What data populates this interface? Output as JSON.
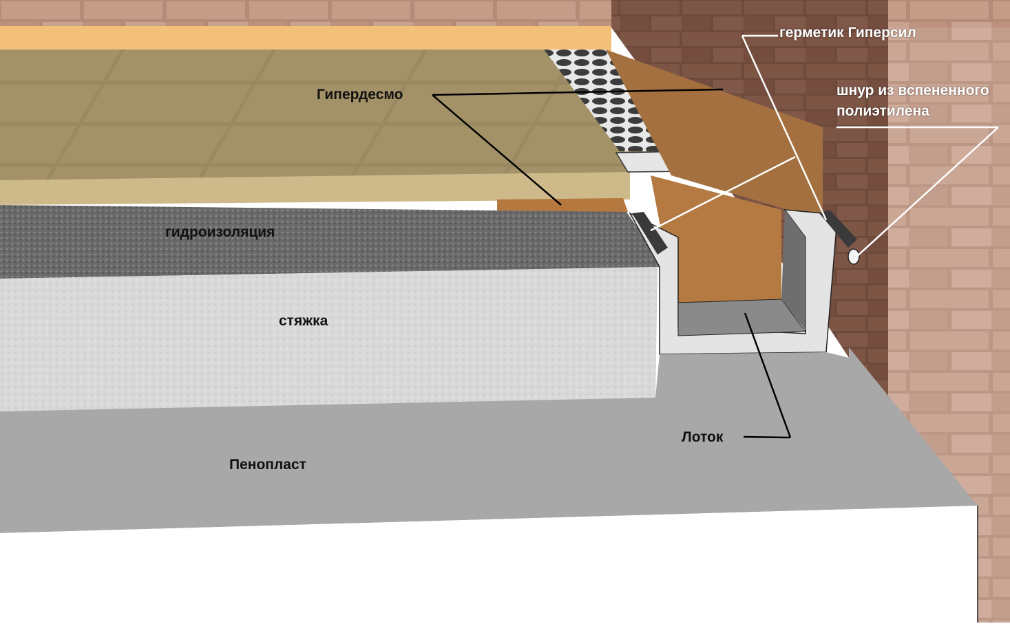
{
  "labels": {
    "hyperdesmo": "Гипердесмо",
    "sealant": "герметик Гиперсил",
    "cord_line1": "шнур из вспененного",
    "cord_line2": "полиэтилена",
    "waterproofing": "гидроизоляция",
    "screed": "стяжка",
    "tray": "Лоток",
    "foam": "Пенопласт"
  },
  "colors": {
    "tile": "#9a8a62",
    "tile_grout": "#c8b78c",
    "skirting": "#f2c078",
    "brick_wall": "#6e4a3c",
    "membrane_hyperdesmo": "#b07a45",
    "waterproofing_layer": "#6b6b6b",
    "screed": "#d8d8d8",
    "foam_board": "#a8a8a8",
    "tray": "#e6e6e6",
    "leader_line_dark": "#000000",
    "leader_line_light": "#ffffff"
  }
}
